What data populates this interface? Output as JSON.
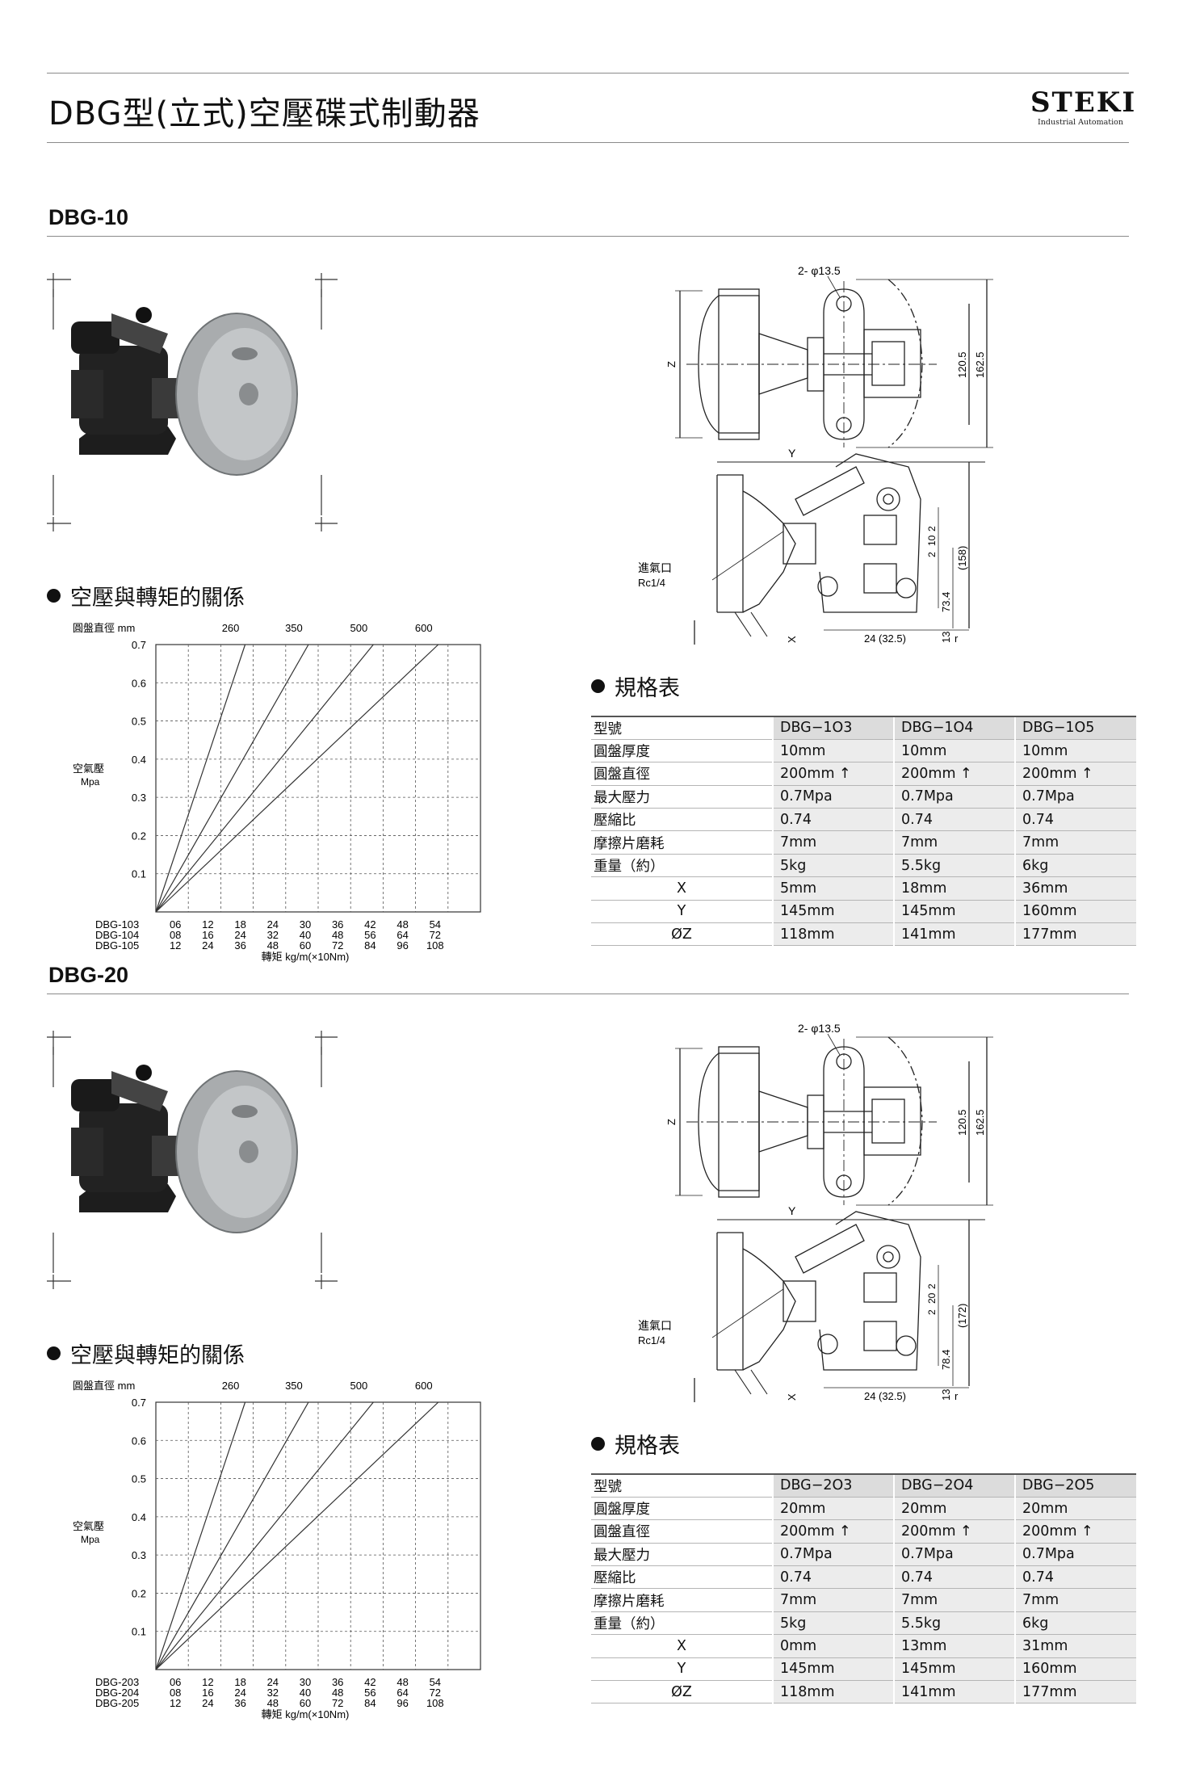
{
  "page_title": "DBG型(立式)空壓碟式制動器",
  "logo": {
    "mark": "STEKI",
    "sub": "Industrial Automation"
  },
  "sections": [
    {
      "title": "DBG-10",
      "chart_heading": "空壓與轉矩的關係",
      "spec_heading": "規格表",
      "drawing": {
        "holes": "2- φ13.5",
        "dim_z": "Z",
        "dim_y": "Y",
        "dim_x": "X",
        "d1205": "120.5",
        "d1625": "162.5",
        "dtotal": "(158)",
        "dmid": "73.4",
        "d13": "13",
        "d2a": "2",
        "d10": "10",
        "d2b": "2",
        "d24": "24",
        "d325": "(32.5)",
        "dr": "r",
        "inlet": "進氣口",
        "inlet_size": "Rc1/4"
      },
      "spec": {
        "rows": [
          [
            "型號",
            "DBG−1O3",
            "DBG−1O4",
            "DBG−1O5"
          ],
          [
            "圓盤厚度",
            "10mm",
            "10mm",
            "10mm"
          ],
          [
            "圓盤直徑",
            "200mm ↑",
            "200mm ↑",
            "200mm ↑"
          ],
          [
            "最大壓力",
            "0.7Mpa",
            "0.7Mpa",
            "0.7Mpa"
          ],
          [
            "壓縮比",
            "0.74",
            "0.74",
            "0.74"
          ],
          [
            "摩擦片磨耗",
            "7mm",
            "7mm",
            "7mm"
          ],
          [
            "重量（約）",
            "5kg",
            "5.5kg",
            "6kg"
          ],
          [
            "X",
            "5mm",
            "18mm",
            "36mm"
          ],
          [
            "Y",
            "145mm",
            "145mm",
            "160mm"
          ],
          [
            "ØZ",
            "118mm",
            "141mm",
            "177mm"
          ]
        ]
      },
      "chart_data": {
        "type": "line",
        "title": "空壓與轉矩的關係",
        "top_axis_label": "圓盤直徑 mm",
        "top_ticks": [
          "260",
          "350",
          "500",
          "600"
        ],
        "ylabel": [
          "空氣壓",
          "Mpa"
        ],
        "yticks": [
          "0.7",
          "0.6",
          "0.5",
          "0.4",
          "0.3",
          "0.2",
          "0.1"
        ],
        "ylim": [
          0,
          0.7
        ],
        "xlabel": "轉矩 kg/m(×10Nm)",
        "x_scales": [
          {
            "name": "DBG-103",
            "ticks": [
              "06",
              "12",
              "18",
              "24",
              "30",
              "36",
              "42",
              "48",
              "54"
            ]
          },
          {
            "name": "DBG-104",
            "ticks": [
              "08",
              "16",
              "24",
              "32",
              "40",
              "48",
              "56",
              "64",
              "72"
            ]
          },
          {
            "name": "DBG-105",
            "ticks": [
              "12",
              "24",
              "36",
              "48",
              "60",
              "72",
              "84",
              "96",
              "108"
            ]
          }
        ],
        "series": [
          {
            "name": "260",
            "x_end_fraction": 0.275,
            "y_end": 0.7
          },
          {
            "name": "350",
            "x_end_fraction": 0.47,
            "y_end": 0.7
          },
          {
            "name": "500",
            "x_end_fraction": 0.67,
            "y_end": 0.7
          },
          {
            "name": "600",
            "x_end_fraction": 0.87,
            "y_end": 0.7
          }
        ],
        "grid": true
      }
    },
    {
      "title": "DBG-20",
      "chart_heading": "空壓與轉矩的關係",
      "spec_heading": "規格表",
      "drawing": {
        "holes": "2- φ13.5",
        "dim_z": "Z",
        "dim_y": "Y",
        "dim_x": "X",
        "d1205": "120.5",
        "d1625": "162.5",
        "dtotal": "(172)",
        "dmid": "78.4",
        "d13": "13",
        "d2a": "2",
        "d10": "20",
        "d2b": "2",
        "d24": "24",
        "d325": "(32.5)",
        "dr": "r",
        "inlet": "進氣口",
        "inlet_size": "Rc1/4"
      },
      "spec": {
        "rows": [
          [
            "型號",
            "DBG−2O3",
            "DBG−2O4",
            "DBG−2O5"
          ],
          [
            "圓盤厚度",
            "20mm",
            "20mm",
            "20mm"
          ],
          [
            "圓盤直徑",
            "200mm ↑",
            "200mm ↑",
            "200mm ↑"
          ],
          [
            "最大壓力",
            "0.7Mpa",
            "0.7Mpa",
            "0.7Mpa"
          ],
          [
            "壓縮比",
            "0.74",
            "0.74",
            "0.74"
          ],
          [
            "摩擦片磨耗",
            "7mm",
            "7mm",
            "7mm"
          ],
          [
            "重量（約）",
            "5kg",
            "5.5kg",
            "6kg"
          ],
          [
            "X",
            "0mm",
            "13mm",
            "31mm"
          ],
          [
            "Y",
            "145mm",
            "145mm",
            "160mm"
          ],
          [
            "ØZ",
            "118mm",
            "141mm",
            "177mm"
          ]
        ]
      },
      "chart_data": {
        "type": "line",
        "title": "空壓與轉矩的關係",
        "top_axis_label": "圓盤直徑 mm",
        "top_ticks": [
          "260",
          "350",
          "500",
          "600"
        ],
        "ylabel": [
          "空氣壓",
          "Mpa"
        ],
        "yticks": [
          "0.7",
          "0.6",
          "0.5",
          "0.4",
          "0.3",
          "0.2",
          "0.1"
        ],
        "ylim": [
          0,
          0.7
        ],
        "xlabel": "轉矩 kg/m(×10Nm)",
        "x_scales": [
          {
            "name": "DBG-203",
            "ticks": [
              "06",
              "12",
              "18",
              "24",
              "30",
              "36",
              "42",
              "48",
              "54"
            ]
          },
          {
            "name": "DBG-204",
            "ticks": [
              "08",
              "16",
              "24",
              "32",
              "40",
              "48",
              "56",
              "64",
              "72"
            ]
          },
          {
            "name": "DBG-205",
            "ticks": [
              "12",
              "24",
              "36",
              "48",
              "60",
              "72",
              "84",
              "96",
              "108"
            ]
          }
        ],
        "series": [
          {
            "name": "260",
            "x_end_fraction": 0.275,
            "y_end": 0.7
          },
          {
            "name": "350",
            "x_end_fraction": 0.47,
            "y_end": 0.7
          },
          {
            "name": "500",
            "x_end_fraction": 0.67,
            "y_end": 0.7
          },
          {
            "name": "600",
            "x_end_fraction": 0.87,
            "y_end": 0.7
          }
        ],
        "grid": true
      }
    }
  ]
}
